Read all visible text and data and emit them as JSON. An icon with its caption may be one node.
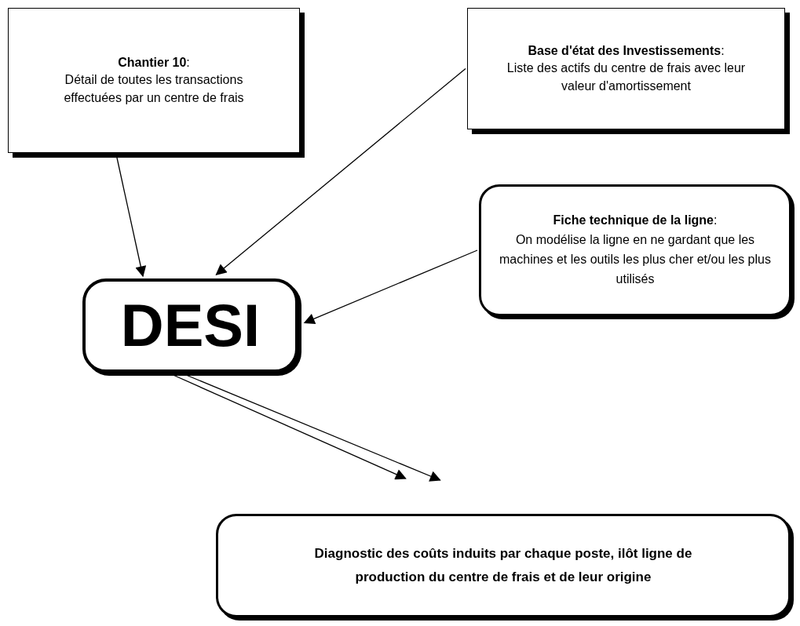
{
  "diagram": {
    "nodes": [
      {
        "text": [
          "**Chantier 10**:",
          "Détail de toutes les transactions effectuées par un centre de frais"
        ]
      },
      {
        "text": [
          "**Base d'état des Investissements**:",
          "Liste des actifs du centre de frais avec leur valeur d'amortissement"
        ]
      },
      {
        "text": [
          "**Fiche technique de la ligne**:",
          "On modélise la ligne en ne gardant que les machines et les outils les plus cher et/ou les plus utilisés"
        ]
      },
      {
        "text": [
          "DESI"
        ]
      },
      {
        "text": [
          "Diagnostic des coûts induits par chaque poste, ilôt ligne de production du centre de frais et de leur origine"
        ]
      }
    ],
    "edges": [
      {
        "from": 0,
        "to": 3,
        "arrow": "to"
      },
      {
        "from": 1,
        "to": 3,
        "arrow": "to"
      },
      {
        "from": 2,
        "to": 3,
        "arrow": "to"
      },
      {
        "from": 3,
        "to": 4,
        "arrow": "to"
      },
      {
        "from": 3,
        "to": 4,
        "arrow": "to"
      }
    ]
  }
}
